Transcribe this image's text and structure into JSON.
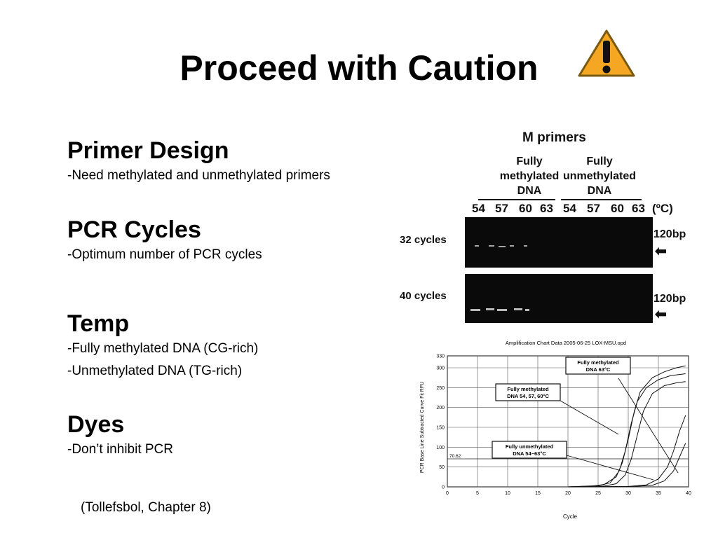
{
  "slide": {
    "title": "Proceed with Caution",
    "icons": {
      "warning": "warning-triangle-icon"
    },
    "colors": {
      "warning_fill": "#f5a623",
      "warning_stroke": "#7a5a10"
    },
    "sections": [
      {
        "heading": "Primer Design",
        "lines": [
          "-Need methylated and unmethylated primers"
        ]
      },
      {
        "heading": "PCR Cycles",
        "lines": [
          "-Optimum number of PCR cycles"
        ]
      },
      {
        "heading": "Temp",
        "lines": [
          "-Fully methylated DNA (CG-rich)",
          "-Unmethylated DNA (TG-rich)"
        ]
      },
      {
        "heading": "Dyes",
        "lines": [
          "-Don’t inhibit PCR"
        ]
      }
    ],
    "citation": "(Tollefsbol, Chapter 8)"
  },
  "gel": {
    "title": "M primers",
    "group1": [
      "Fully",
      "methylated",
      "DNA"
    ],
    "group2": [
      "Fully",
      "unmethylated",
      "DNA"
    ],
    "temps": [
      "54",
      "57",
      "60",
      "63",
      "54",
      "57",
      "60",
      "63"
    ],
    "temp_unit": "(ºC)",
    "row1_label": "32 cycles",
    "row2_label": "40 cycles",
    "size_label": "120bp"
  },
  "chart_data": {
    "type": "line",
    "title": "Amplification Chart Data 2005-06-25 LOX-MSU.opd",
    "xlabel": "Cycle",
    "ylabel": "PCR Base Line Subtracted Curve Fit RFU",
    "xlim": [
      0,
      40
    ],
    "ylim": [
      0,
      330
    ],
    "xticks": [
      "0",
      "5",
      "10",
      "15",
      "20",
      "25",
      "30",
      "35",
      "40"
    ],
    "yticks": [
      "0",
      "50",
      "100",
      "150",
      "200",
      "250",
      "300",
      "330"
    ],
    "threshold_label": "70.62",
    "threshold": 70.62,
    "grid": true,
    "annotations": [
      {
        "text": [
          "Fully methylated",
          "DNA 63°C"
        ]
      },
      {
        "text": [
          "Fully methylated",
          "DNA 54, 57, 60°C"
        ]
      },
      {
        "text": [
          "Fully unmethylated",
          "DNA 54~63°C"
        ]
      }
    ],
    "series": [
      {
        "x": [
          20,
          24,
          26,
          28,
          29,
          30,
          31,
          32,
          34,
          36,
          38,
          39.5
        ],
        "y": [
          0,
          2,
          6,
          25,
          60,
          120,
          190,
          240,
          275,
          290,
          300,
          305
        ]
      },
      {
        "x": [
          20,
          25,
          27,
          28.5,
          29.5,
          30.5,
          31.5,
          33,
          35,
          37,
          39.5
        ],
        "y": [
          0,
          3,
          10,
          40,
          90,
          160,
          215,
          250,
          270,
          280,
          285
        ]
      },
      {
        "x": [
          20,
          26,
          28,
          29.5,
          30.5,
          31.5,
          32.5,
          34,
          36,
          38,
          39.5
        ],
        "y": [
          0,
          2,
          8,
          30,
          70,
          130,
          190,
          235,
          255,
          262,
          265
        ]
      },
      {
        "x": [
          20,
          30,
          33,
          35,
          36.5,
          37.5,
          38.5,
          39.5
        ],
        "y": [
          0,
          1,
          5,
          20,
          50,
          90,
          140,
          180
        ]
      },
      {
        "x": [
          20,
          31,
          34,
          36,
          37.5,
          38.5,
          39.5
        ],
        "y": [
          0,
          1,
          4,
          15,
          40,
          75,
          110
        ]
      }
    ]
  }
}
